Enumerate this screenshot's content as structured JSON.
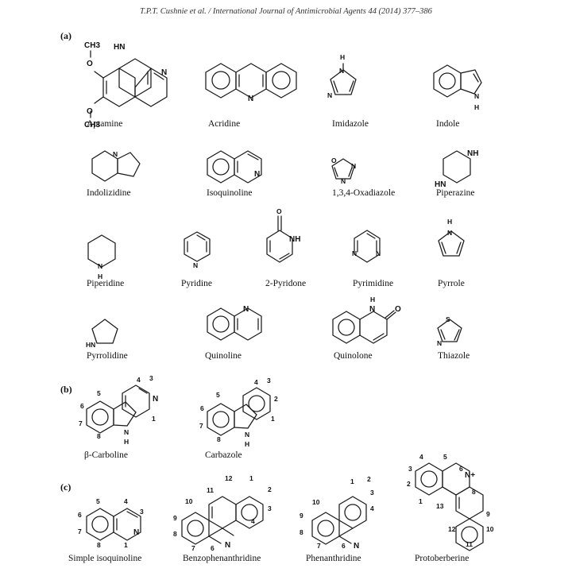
{
  "header": "T.P.T. Cushnie et al. / International Journal of Antimicrobial Agents 44 (2014) 377–386",
  "parts": {
    "a": "(a)",
    "b": "(b)",
    "c": "(c)"
  },
  "names": {
    "aptamine": "Aptamine",
    "acridine": "Acridine",
    "imidazole": "Imidazole",
    "indole": "Indole",
    "indolizidine": "Indolizidine",
    "isoquinoline": "Isoquinoline",
    "oxadiazole": "1,3,4-Oxadiazole",
    "piperazine": "Piperazine",
    "piperidine": "Piperidine",
    "pyridine": "Pyridine",
    "pyridone": "2-Pyridone",
    "pyrimidine": "Pyrimidine",
    "pyrrole": "Pyrrole",
    "pyrrolidine": "Pyrrolidine",
    "quinoline": "Quinoline",
    "quinolone": "Quinolone",
    "thiazole": "Thiazole",
    "bcarboline": "β-Carboline",
    "carbazole": "Carbazole",
    "simple_isoquinoline": "Simple isoquinoline",
    "benzophenanthridine": "Benzophenanthridine",
    "phenanthridine": "Phenanthridine",
    "protoberberine": "Protoberberine"
  },
  "atoms": {
    "ch3": "CH3",
    "hn": "HN",
    "nh": "NH",
    "n": "N",
    "h": "H",
    "o": "O",
    "s": "S",
    "nplus": "N+"
  },
  "numbers": [
    "1",
    "2",
    "3",
    "4",
    "5",
    "6",
    "7",
    "8",
    "9",
    "10",
    "11",
    "12",
    "13"
  ]
}
